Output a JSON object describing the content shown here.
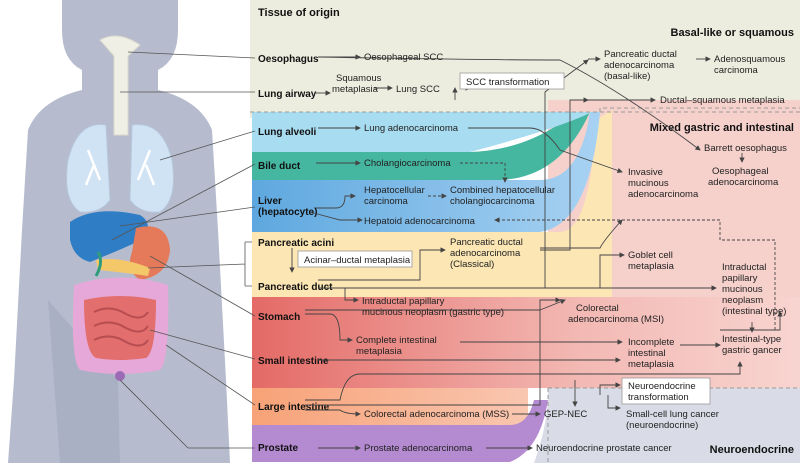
{
  "header": {
    "tissue_of_origin": "Tissue of origin",
    "basal_like": "Basal-like or squamous",
    "mixed_gastric": "Mixed gastric and intestinal",
    "neuroendocrine": "Neuroendocrine"
  },
  "tissues": {
    "oesophagus": "Oesophagus",
    "lung_airway": "Lung airway",
    "lung_alveoli": "Lung alveoli",
    "bile_duct": "Bile duct",
    "liver_1": "Liver",
    "liver_2": "(hepatocyte)",
    "pancreatic_acini": "Pancreatic acini",
    "pancreatic_duct": "Pancreatic duct",
    "stomach": "Stomach",
    "small_intestine": "Small intestine",
    "large_intestine": "Large intestine",
    "prostate": "Prostate"
  },
  "nodes": {
    "oesophageal_scc": "Oesophageal SCC",
    "squamous_metaplasia_1": "Squamous",
    "squamous_metaplasia_2": "metaplasia",
    "lung_scc": "Lung SCC",
    "scc_transformation": "SCC transformation",
    "pdac_basal_1": "Pancreatic ductal",
    "pdac_basal_2": "adenocarcinoma",
    "pdac_basal_3": "(basal-like)",
    "adenosquamous_1": "Adenosquamous",
    "adenosquamous_2": "carcinoma",
    "ductal_squamous": "Ductal–squamous metaplasia",
    "lung_adenocarcinoma": "Lung adenocarcinoma",
    "cholangiocarcinoma": "Cholangiocarcinoma",
    "hcc_1": "Hepatocellular",
    "hcc_2": "carcinoma",
    "combined_1": "Combined hepatocellular",
    "combined_2": "cholangiocarcinoma",
    "hepatoid": "Hepatoid adenocarcinoma",
    "acinar_ductal": "Acinar–ductal metaplasia",
    "pdac_classical_1": "Pancreatic ductal",
    "pdac_classical_2": "adenocarcinoma",
    "pdac_classical_3": "(Classical)",
    "ipmn_gastric_1": "Intraductal papillary",
    "ipmn_gastric_2": "mucinous neoplasm (gastric type)",
    "complete_im_1": "Complete intestinal",
    "complete_im_2": "metaplasia",
    "crc_msi_1": "Colorectal",
    "crc_msi_2": "adenocarcinoma (MSI)",
    "crc_mss": "Colorectal adenocarcinoma (MSS)",
    "gep_nec": "GEP-NEC",
    "prostate_adeno": "Prostate adenocarcinoma",
    "ne_prostate": "Neuroendocrine prostate cancer",
    "barrett": "Barrett oesophagus",
    "oeso_adeno_1": "Oesophageal",
    "oeso_adeno_2": "adenocarcinoma",
    "invasive_1": "Invasive",
    "invasive_2": "mucinous",
    "invasive_3": "adenocarcinoma",
    "goblet_1": "Goblet cell",
    "goblet_2": "metaplasia",
    "ipmn_int_1": "Intraductal",
    "ipmn_int_2": "papillary",
    "ipmn_int_3": "mucinous",
    "ipmn_int_4": "neoplasm",
    "ipmn_int_5": "(intestinal type)",
    "incomplete_1": "Incomplete",
    "incomplete_2": "intestinal",
    "incomplete_3": "metaplasia",
    "igc_1": "Intestinal-type",
    "igc_2": "gastric gancer",
    "ne_transform_1": "Neuroendocrine",
    "ne_transform_2": "transformation",
    "sclc_1": "Small-cell lung cancer",
    "sclc_2": "(neuroendocrine)"
  }
}
